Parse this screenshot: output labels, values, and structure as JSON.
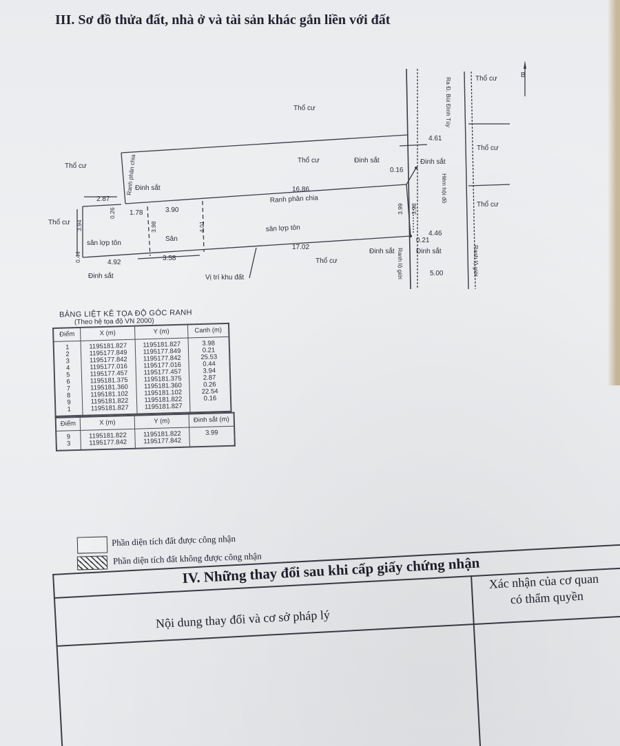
{
  "section3": {
    "title": "III. Sơ đồ thửa đất, nhà ở và tài sản khác gắn liền với đất"
  },
  "diagram": {
    "north_label": "B",
    "labels": {
      "tho_cu": "Thổ cư",
      "dinh_sat": "Đinh sắt",
      "ranh_phan_chia": "Ranh phân chia",
      "san_lop_ton": "sân lợp tôn",
      "san": "Sân",
      "vi_tri_khu_dat": "Vị trí khu đất",
      "ra_duong": "Ra Đ. Bùi Đình Túy",
      "hem_hoi_do": "Hẻm hội đồ",
      "ranh_lo_gioi": "Ranh lộ giới",
      "ranh_lo_gioi_2": "Ranh lộ giới"
    },
    "dimensions": {
      "d_4_61": "4.61",
      "d_0_16": "0.16",
      "d_16_86": "16.86",
      "d_2_87": "2.87",
      "d_0_26": "0.26",
      "d_1_78": "1.78",
      "d_3_90": "3.90",
      "d_3_94": "3.94",
      "d_3_98": "3.98",
      "d_4_01": "4.01",
      "d_3_99": "3.99",
      "d_3_98b": "3.98",
      "d_4_46": "4.46",
      "d_0_21": "0.21",
      "d_0_44": "0.44",
      "d_4_92": "4.92",
      "d_3_58": "3.58",
      "d_17_02": "17.02",
      "d_5_00": "5.00"
    }
  },
  "coord_table": {
    "title": "BẢNG LIỆT KÊ TỌA ĐỘ GÓC RANH",
    "subtitle": "(Theo hệ tọa độ VN 2000)",
    "headers": {
      "point": "Điểm",
      "x": "X (m)",
      "y": "Y (m)",
      "edge": "Canh (m)"
    },
    "rows": [
      {
        "point": "1",
        "x": "1195181.827",
        "y": "1195181.827",
        "edge": "3.98"
      },
      {
        "point": "2",
        "x": "1195177.849",
        "y": "1195177.849",
        "edge": "0.21"
      },
      {
        "point": "3",
        "x": "1195177.842",
        "y": "1195177.842",
        "edge": "25.53"
      },
      {
        "point": "4",
        "x": "1195177.016",
        "y": "1195177.016",
        "edge": "0.44"
      },
      {
        "point": "5",
        "x": "1195177.457",
        "y": "1195177.457",
        "edge": "3.94"
      },
      {
        "point": "6",
        "x": "1195181.375",
        "y": "1195181.375",
        "edge": "2.87"
      },
      {
        "point": "7",
        "x": "1195181.360",
        "y": "1195181.360",
        "edge": "0.26"
      },
      {
        "point": "8",
        "x": "1195181.102",
        "y": "1195181.102",
        "edge": "22.54"
      },
      {
        "point": "9",
        "x": "1195181.822",
        "y": "1195181.822",
        "edge": "0.16"
      },
      {
        "point": "1",
        "x": "1195181.827",
        "y": "1195181.827",
        "edge": ""
      }
    ]
  },
  "nail_table": {
    "headers": {
      "point": "Điểm",
      "x": "X (m)",
      "y": "Y (m)",
      "nail": "Đinh sắt (m)"
    },
    "rows": [
      {
        "point": "9",
        "x": "1195181.822",
        "y": "1195181.822",
        "nail": "3.99"
      },
      {
        "point": "3",
        "x": "1195177.842",
        "y": "1195177.842",
        "nail": ""
      }
    ]
  },
  "legend": {
    "recognized": "Phần diện tích đất được công nhận",
    "unrecognized": "Phần diện tích đất không được công nhận"
  },
  "section4": {
    "title": "IV. Những thay đổi sau khi cấp giấy chứng nhận",
    "col_content": "Nội dung thay đổi và cơ sở pháp lý",
    "col_confirm_line1": "Xác nhận của cơ quan",
    "col_confirm_line2": "có thẩm quyền"
  }
}
